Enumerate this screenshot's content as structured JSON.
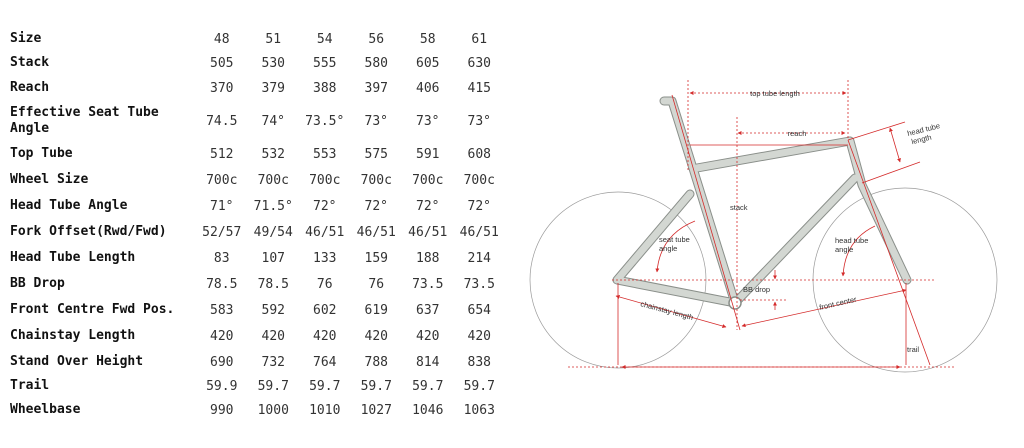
{
  "geometry_table": {
    "header": {
      "label": "Size",
      "values": [
        "48",
        "51",
        "54",
        "56",
        "58",
        "61"
      ]
    },
    "rows": [
      {
        "label": "Stack",
        "values": [
          "505",
          "530",
          "555",
          "580",
          "605",
          "630"
        ]
      },
      {
        "label": "Reach",
        "values": [
          "370",
          "379",
          "388",
          "397",
          "406",
          "415"
        ]
      },
      {
        "label": "Effective Seat Tube Angle",
        "values": [
          "74.5",
          "74°",
          "73.5°",
          "73°",
          "73°",
          "73°"
        ]
      },
      {
        "label": "Top Tube",
        "values": [
          "512",
          "532",
          "553",
          "575",
          "591",
          "608"
        ]
      },
      {
        "label": "Wheel Size",
        "values": [
          "700c",
          "700c",
          "700c",
          "700c",
          "700c",
          "700c"
        ]
      },
      {
        "label": "Head Tube Angle",
        "values": [
          "71°",
          "71.5°",
          "72°",
          "72°",
          "72°",
          "72°"
        ]
      },
      {
        "label": "Fork Offset(Rwd/Fwd)",
        "values": [
          "52/57",
          "49/54",
          "46/51",
          "46/51",
          "46/51",
          "46/51"
        ]
      },
      {
        "label": "Head Tube Length",
        "values": [
          "83",
          "107",
          "133",
          "159",
          "188",
          "214"
        ]
      },
      {
        "label": "BB Drop",
        "values": [
          "78.5",
          "78.5",
          "76",
          "76",
          "73.5",
          "73.5"
        ]
      },
      {
        "label": "Front Centre Fwd Pos.",
        "values": [
          "583",
          "592",
          "602",
          "619",
          "637",
          "654"
        ]
      },
      {
        "label": "Chainstay Length",
        "values": [
          "420",
          "420",
          "420",
          "420",
          "420",
          "420"
        ]
      },
      {
        "label": "Stand Over Height",
        "values": [
          "690",
          "732",
          "764",
          "788",
          "814",
          "838"
        ]
      },
      {
        "label": "Trail",
        "values": [
          "59.9",
          "59.7",
          "59.7",
          "59.7",
          "59.7",
          "59.7"
        ]
      },
      {
        "label": "Wheelbase",
        "values": [
          "990",
          "1000",
          "1010",
          "1027",
          "1046",
          "1063"
        ]
      }
    ]
  },
  "diagram": {
    "labels": {
      "top_tube_length": "top tube length",
      "reach": "reach",
      "head_tube_length_1": "head tube",
      "head_tube_length_2": "length",
      "stack": "stack",
      "seat_tube_angle_1": "seat tube",
      "seat_tube_angle_2": "angle",
      "head_tube_angle_1": "head tube",
      "head_tube_angle_2": "angle",
      "bb_drop": "BB drop",
      "chainstay_length": "chainstay length",
      "front_center": "front center",
      "trail": "trail"
    },
    "colors": {
      "dimension": "#d42a2a",
      "frame": "#cfd3cf",
      "frame_outline": "#8a8f8a",
      "wheel": "#9a9a9a"
    }
  }
}
